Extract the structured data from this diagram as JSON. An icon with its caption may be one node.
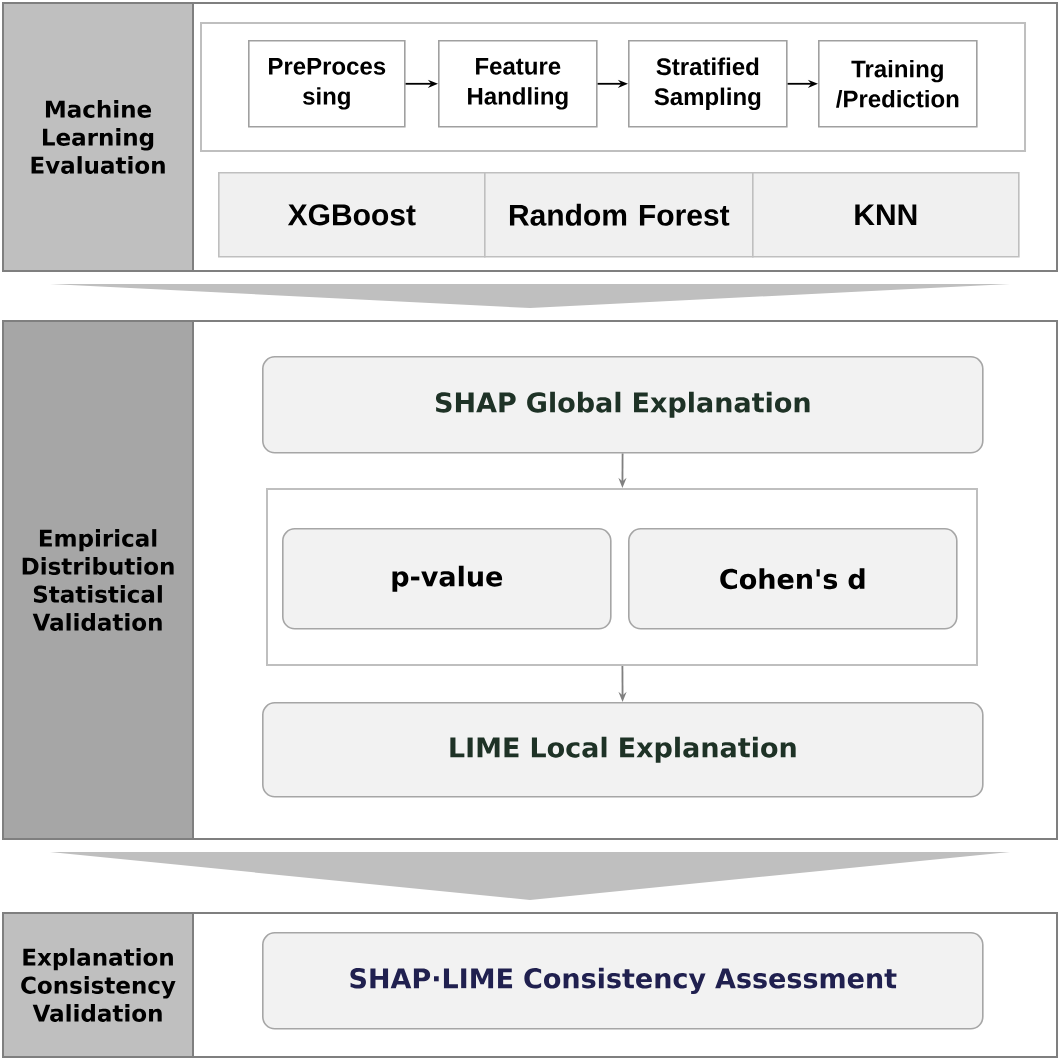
{
  "diagram": {
    "nodes": [
      {
        "text": [
          "Machine Learning Evaluation"
        ]
      },
      {
        "text": [],
        "shape": "box",
        "in": 0
      },
      {
        "text": [
          "PreProces sing"
        ],
        "in": 1
      },
      {
        "text": [
          "Feature Handling"
        ],
        "in": 1
      },
      {
        "text": [
          "Stratified Sampling"
        ],
        "in": 1
      },
      {
        "text": [
          "Training /Prediction"
        ],
        "in": 1
      },
      {
        "text": [
          "XGBoost"
        ],
        "in": 0
      },
      {
        "text": [
          "Random Forest"
        ],
        "in": 0
      },
      {
        "text": [
          "KNN"
        ],
        "in": 0
      },
      {
        "text": [
          "Empirical Distribution Statistical Validation"
        ]
      },
      {
        "text": [
          "SHAP Global Explanation"
        ],
        "in": 9
      },
      {
        "text": [],
        "shape": "box",
        "in": 9
      },
      {
        "text": [
          "p-value"
        ],
        "in": 11
      },
      {
        "text": [
          "Cohen's d"
        ],
        "in": 11
      },
      {
        "text": [
          "LIME Local Explanation"
        ],
        "in": 9
      },
      {
        "text": [
          "Explanation Consistency Validation"
        ]
      },
      {
        "text": [
          "SHAP·LIME Consistency Assessment"
        ],
        "in": 15
      }
    ],
    "edges": [
      {
        "from": 2,
        "to": 3,
        "arrow": "to"
      },
      {
        "from": 3,
        "to": 4,
        "arrow": "to"
      },
      {
        "from": 4,
        "to": 5,
        "arrow": "to"
      },
      {
        "from": 10,
        "to": 11,
        "arrow": "to",
        "color": "#808080"
      },
      {
        "from": 11,
        "to": 14,
        "arrow": "to",
        "color": "#808080"
      },
      {
        "from": 0,
        "to": 9,
        "arrow": "to",
        "color": "#bfbfbf"
      },
      {
        "from": 9,
        "to": 15,
        "arrow": "to",
        "color": "#bfbfbf"
      }
    ]
  }
}
